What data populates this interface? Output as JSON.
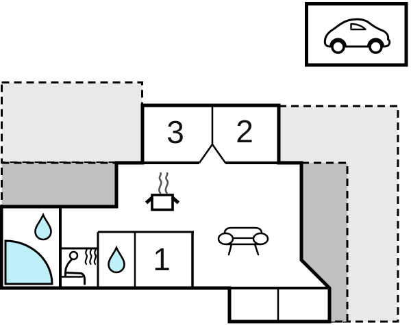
{
  "plan": {
    "type": "floor-plan",
    "rooms": {
      "bedroom3": {
        "label": "3"
      },
      "bedroom2": {
        "label": "2"
      },
      "room1": {
        "label": "1"
      }
    },
    "colors": {
      "terrace_light": "#e9e9e9",
      "terrace_dark": "#c0c0c0",
      "water": "#bff0f7",
      "walls": "#000000",
      "steam": "#555555",
      "paper": "#ffffff"
    },
    "icons": {
      "carport": "car-icon",
      "kitchen": "pot-with-steam-icon",
      "living": "sofa-icon",
      "sauna": "sauna-person-icon",
      "bathroom_water": "water-drop-icon",
      "shower_water": "water-drop-icon",
      "corner_bath": "corner-bathtub-icon"
    }
  }
}
